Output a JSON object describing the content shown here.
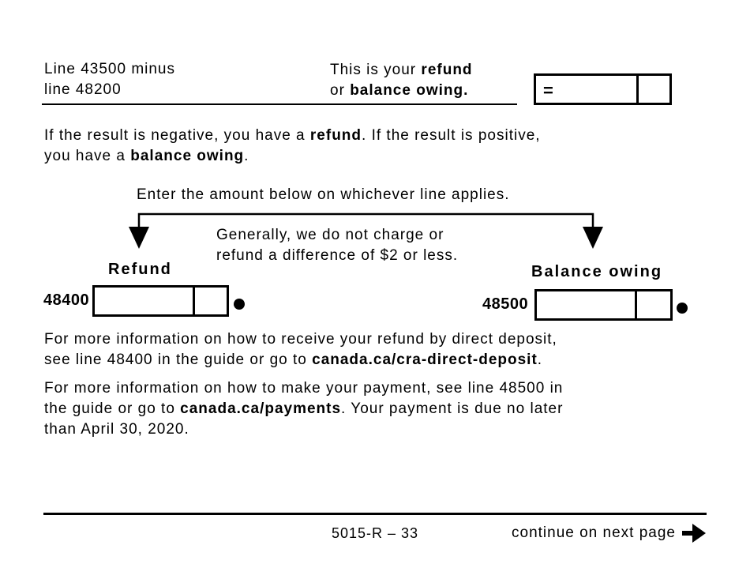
{
  "header": {
    "left_line1": "Line 43500 minus",
    "left_line2": "line 48200",
    "right_line1_prefix": "This is your ",
    "right_line1_bold": "refund",
    "right_line2_prefix": "or ",
    "right_line2_bold": "balance owing.",
    "equals_sign": "=",
    "result_amount_value": ""
  },
  "result_note": {
    "line1_part1": "If the result is negative, you have a ",
    "line1_bold": "refund",
    "line1_part2": ". If the result is positive,",
    "line2_part1": "you have a ",
    "line2_bold": "balance owing",
    "line2_part2": "."
  },
  "instruction": "Enter the amount below on whichever line applies.",
  "tolerance_note": {
    "line1": "Generally, we do not charge or",
    "line2": "refund a difference of $2 or less."
  },
  "refund_field": {
    "label": "Refund",
    "line_number": "48400",
    "value": ""
  },
  "balance_field": {
    "label": "Balance owing",
    "line_number": "48500",
    "value": ""
  },
  "info_direct_deposit": {
    "line1": "For more information on how to receive your refund by direct deposit,",
    "line2_part1": "see line 48400 in the guide or go to ",
    "line2_bold": "canada.ca/cra-direct-deposit",
    "line2_part2": "."
  },
  "info_payment": {
    "line1": "For more information on how to make your payment, see line 48500 in",
    "line2_part1": "the guide or go to ",
    "line2_bold": "canada.ca/payments",
    "line2_part2": ". Your payment is due no later",
    "line3": "than April 30, 2020."
  },
  "footer": {
    "page_number": "5015-R – 33",
    "continue_text": "continue on next page"
  },
  "colors": {
    "ink": "#000000",
    "paper": "#ffffff"
  }
}
